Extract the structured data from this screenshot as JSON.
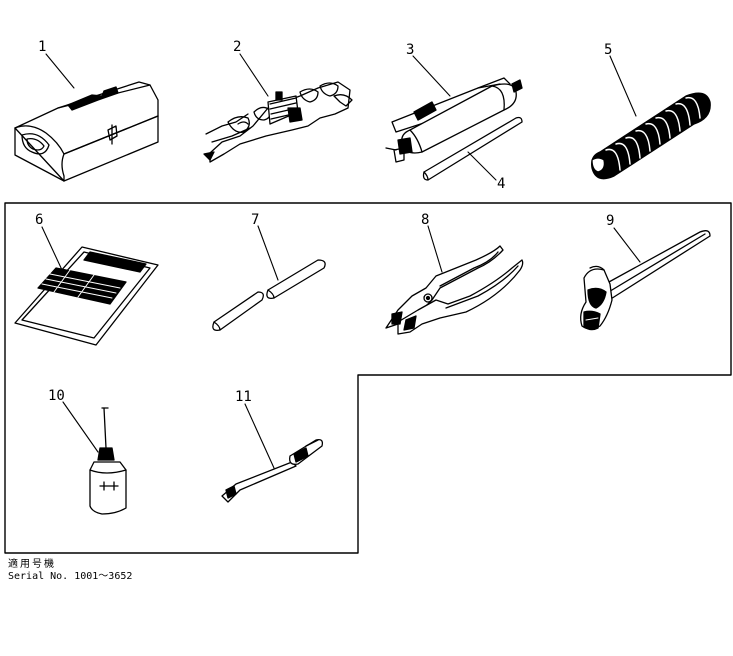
{
  "callouts": {
    "c1": "1",
    "c2": "2",
    "c3": "3",
    "c4": "4",
    "c5": "5",
    "c6": "6",
    "c7": "7",
    "c8": "8",
    "c9": "9",
    "c10": "10",
    "c11": "11"
  },
  "footer": {
    "japanese": "適用号機",
    "serial": "Serial No. 1001～3652"
  },
  "colors": {
    "ink": "#000000",
    "paper": "#ffffff"
  }
}
